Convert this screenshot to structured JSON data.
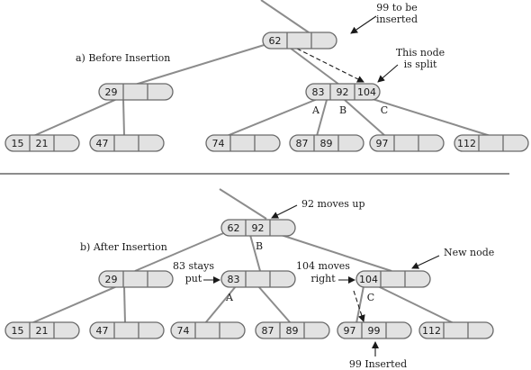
{
  "section_a": {
    "title": "a) Before Insertion",
    "note_insert_line1": "99 to be",
    "note_insert_line2": "inserted",
    "note_split_line1": "This node",
    "note_split_line2": "is split",
    "pointer_a": "A",
    "pointer_b": "B",
    "pointer_c": "C",
    "nodes": {
      "root": [
        "62",
        "",
        ""
      ],
      "left": [
        "29",
        "",
        ""
      ],
      "right": [
        "83",
        "92",
        "104"
      ],
      "leaf1": [
        "15",
        "21",
        ""
      ],
      "leaf2": [
        "47",
        "",
        ""
      ],
      "leaf3": [
        "74",
        "",
        ""
      ],
      "leaf4": [
        "87",
        "89",
        ""
      ],
      "leaf5": [
        "97",
        "",
        ""
      ],
      "leaf6": [
        "112",
        "",
        ""
      ]
    }
  },
  "section_b": {
    "title": "b) After Insertion",
    "note_moves_up": "92 moves up",
    "note_new_node": "New node",
    "note_stays_line1": "83 stays",
    "note_stays_line2": "put",
    "note_moves_right_line1": "104 moves",
    "note_moves_right_line2": "right",
    "note_inserted": "99 Inserted",
    "pointer_a": "A",
    "pointer_b": "B",
    "pointer_c": "C",
    "nodes": {
      "root": [
        "62",
        "92",
        ""
      ],
      "left": [
        "29",
        "",
        ""
      ],
      "mid": [
        "83",
        "",
        ""
      ],
      "right": [
        "104",
        "",
        ""
      ],
      "leaf1": [
        "15",
        "21",
        ""
      ],
      "leaf2": [
        "47",
        "",
        ""
      ],
      "leaf3": [
        "74",
        "",
        ""
      ],
      "leaf4": [
        "87",
        "89",
        ""
      ],
      "leaf5": [
        "97",
        "99",
        ""
      ],
      "leaf6": [
        "112",
        "",
        ""
      ]
    }
  }
}
